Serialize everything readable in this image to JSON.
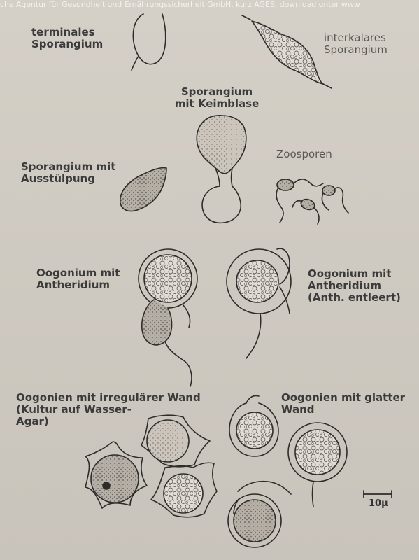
{
  "watermark": "che Agentur für Gesundheit und Ernährungssicherheit GmbH, kurz AGES; download unter www",
  "labels": {
    "terminales": [
      "terminales",
      "Sporangium"
    ],
    "interkalares": [
      "interkalares",
      "Sporangium"
    ],
    "keimblase": [
      "Sporangium",
      "mit Keimblase"
    ],
    "zoosporen": [
      "Zoosporen"
    ],
    "ausstuelpung": [
      "Sporangium mit",
      "Ausstülpung"
    ],
    "oogonium_antheridium": [
      "Oogonium mit",
      "Antheridium"
    ],
    "oogonium_entleert": [
      "Oogonium mit",
      "Antheridium",
      "(Anth. entleert)"
    ],
    "irregulaer": [
      "Oogonien mit irregulärer Wand",
      "(Kultur auf Wasser-",
      "Agar)"
    ],
    "glatt": [
      "Oogonien mit glatter",
      "Wand"
    ]
  },
  "scale_bar": "10µ",
  "colors": {
    "paper": "#cfcac1",
    "ink": "#3b3b3b",
    "watermark": "#f4f1ec"
  }
}
